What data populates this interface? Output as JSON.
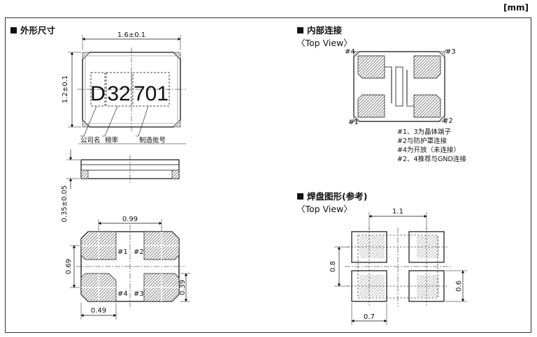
{
  "unit": "[mm]",
  "sections": {
    "outline": {
      "title": "外形尺寸"
    },
    "internal": {
      "title": "内部连接",
      "view": "〈Top View〉"
    },
    "footprint": {
      "title": "焊盘图形(参考)",
      "view": "〈Top View〉"
    }
  },
  "outline": {
    "width_dim": "1.6±0.1",
    "height_dim": "1.2±0.1",
    "thickness_dim": "0.35±0.05",
    "marking": [
      "D",
      "32",
      "701"
    ],
    "marking_labels": [
      "公司名",
      "频率",
      "制造批号"
    ]
  },
  "bottom_view": {
    "pitch_x": "0.99",
    "pitch_y": "0.69",
    "pad_w": "0.49",
    "pad_h": "0.39",
    "pins": [
      "#1",
      "#2",
      "#4",
      "#3"
    ]
  },
  "internal": {
    "pins": [
      "#4",
      "#3",
      "#1",
      "#2"
    ],
    "notes": [
      "#1、3为晶体端子",
      "#2与防护罩连接",
      "#4为开放（未连接）",
      "#2、4推荐与GND连接"
    ]
  },
  "footprint": {
    "pitch_x": "1.1",
    "pitch_y": "0.8",
    "pad_w": "0.7",
    "pad_h": "0.6"
  }
}
